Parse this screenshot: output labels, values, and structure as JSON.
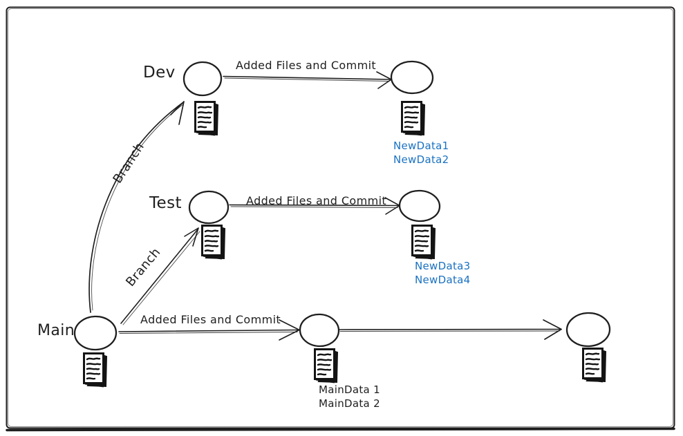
{
  "branches": {
    "dev": {
      "label": "Dev"
    },
    "test": {
      "label": "Test"
    },
    "main": {
      "label": "Main"
    }
  },
  "edges": {
    "dev_commit_label": "Added Files and Commit",
    "test_commit_label": "Added Files and Commit",
    "main_commit_label": "Added Files and Commit",
    "branch_to_dev_label": "Branch",
    "branch_to_test_label": "Branch"
  },
  "annotations": {
    "dev_new_files": [
      "NewData1",
      "NewData2"
    ],
    "test_new_files": [
      "NewData3",
      "NewData4"
    ],
    "main_files": [
      "MainData 1",
      "MainData 2"
    ]
  },
  "icons": {
    "document_stack": "document-stack-icon"
  },
  "colors": {
    "ink": "#1e1e1e",
    "node_fill_hatch": "#76d4e4",
    "annotation_blue": "#1971c2"
  }
}
